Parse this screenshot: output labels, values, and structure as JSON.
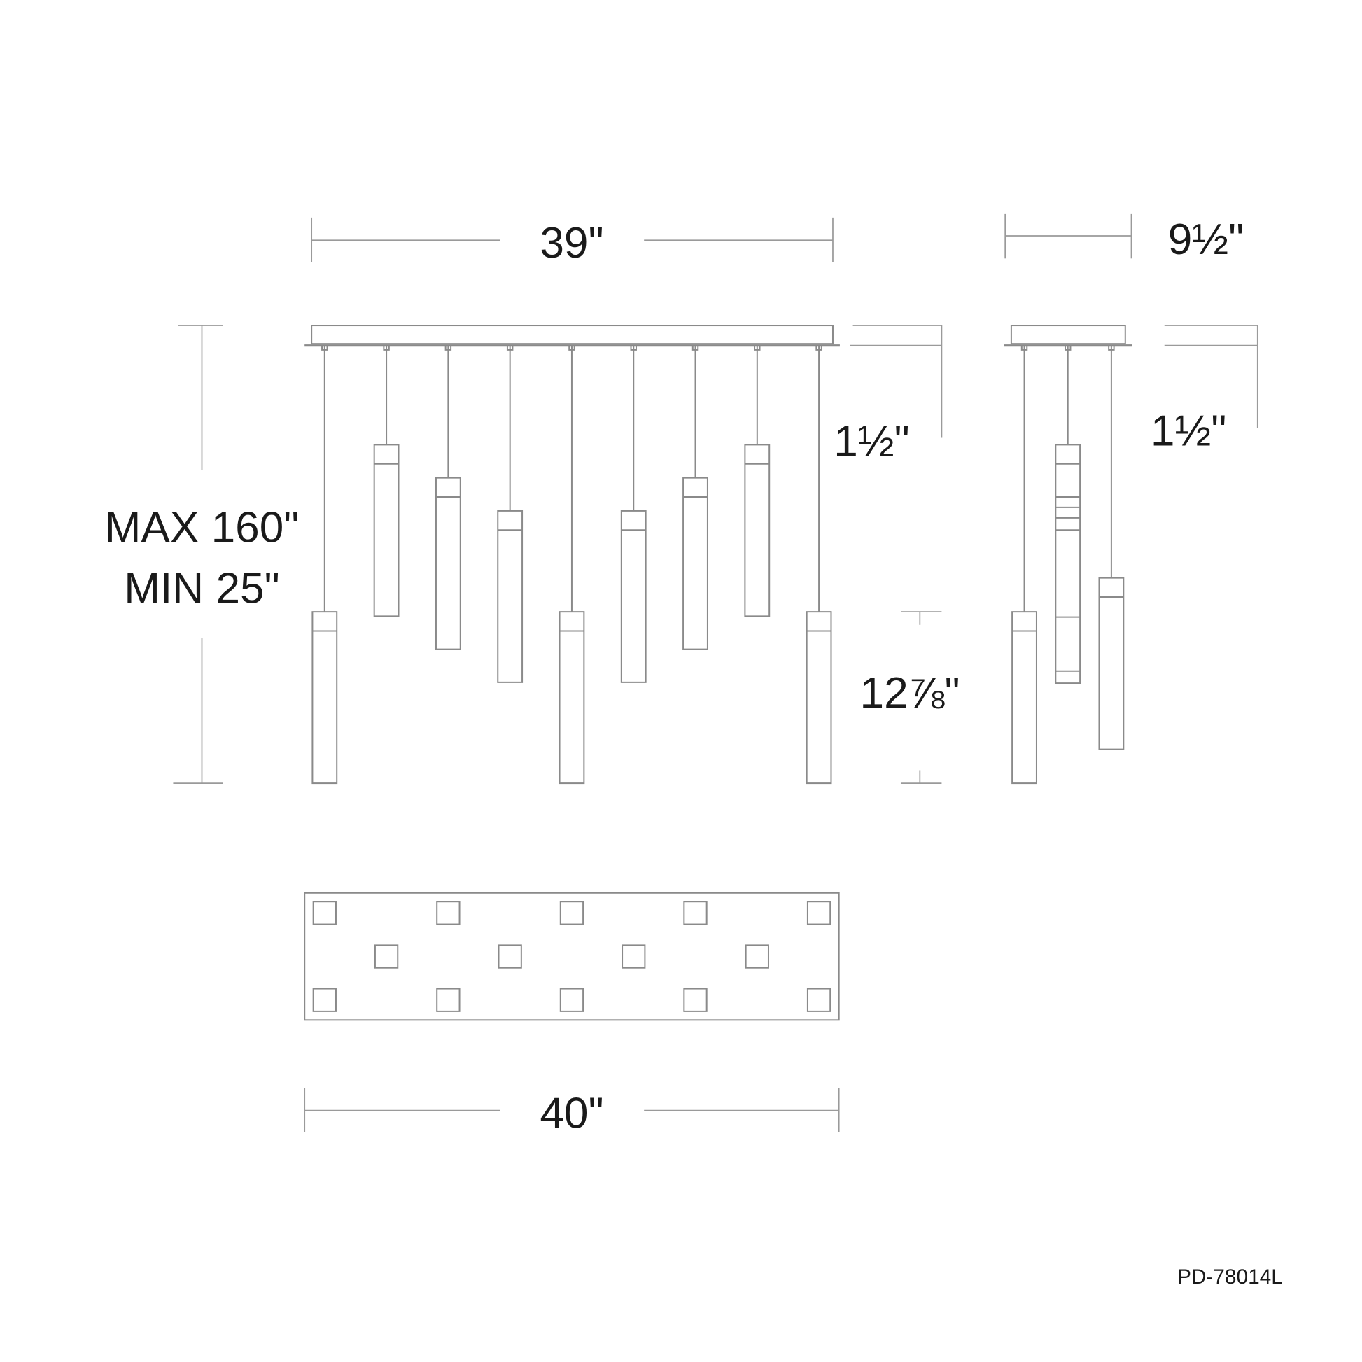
{
  "dimensions": {
    "canopy_width": "39\"",
    "canopy_depth": "9½\"",
    "canopy_height_front": "1½\"",
    "canopy_height_side": "1½\"",
    "height_max": "MAX 160\"",
    "height_min": "MIN 25\"",
    "pendant_length": "12⅞\"",
    "top_view_width": "40\""
  },
  "model_number": "PD-78014L",
  "colors": {
    "line": "#8a8a8a",
    "text": "#1a1a1a"
  }
}
